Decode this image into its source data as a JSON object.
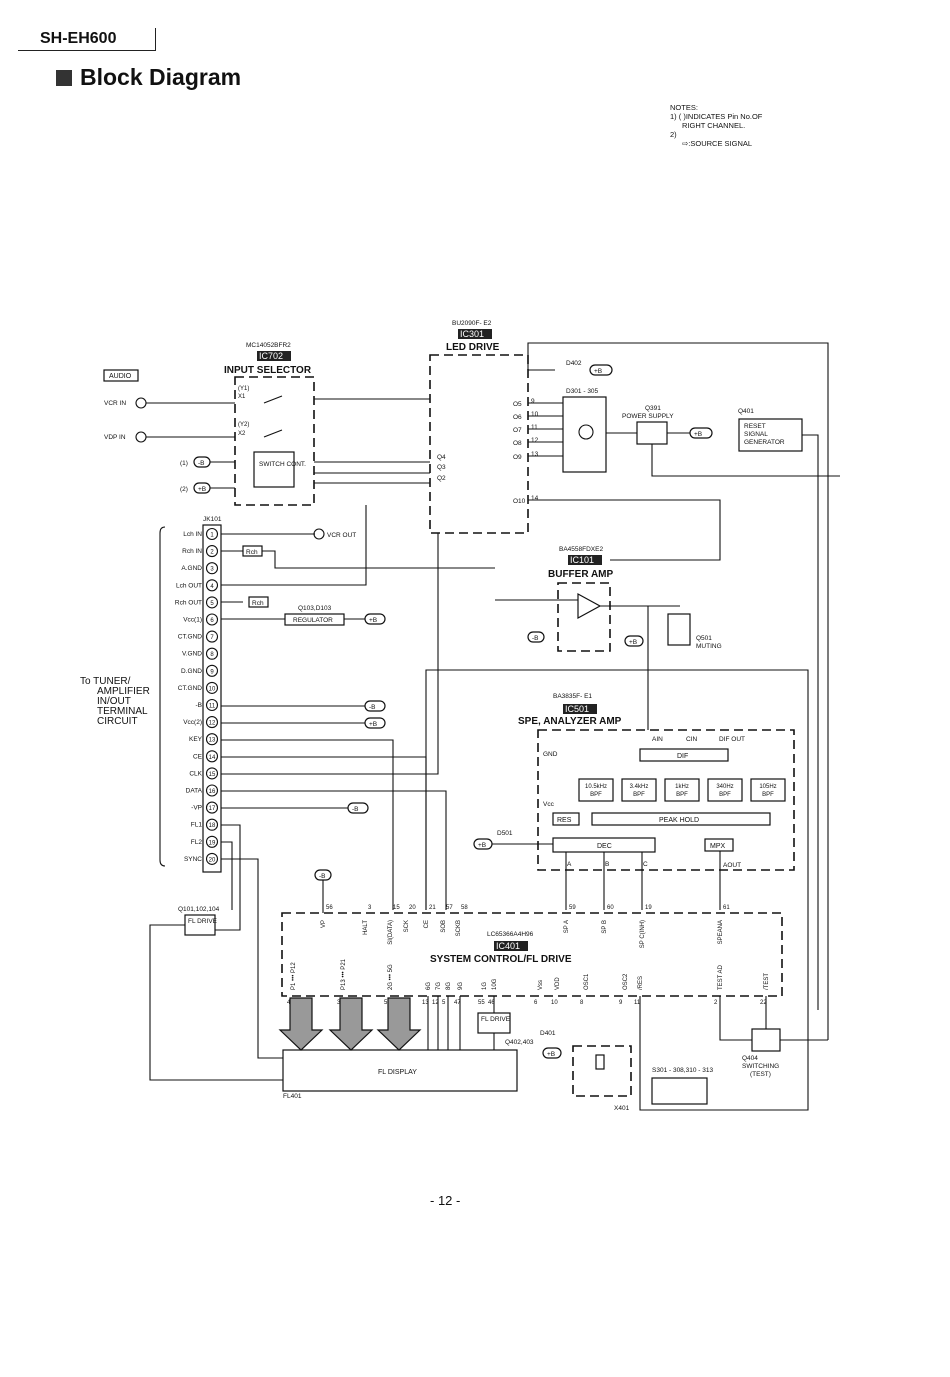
{
  "header": {
    "model": "SH-EH600",
    "title": "Block Diagram"
  },
  "notes": {
    "heading": "NOTES:",
    "n1a": "1) ( )INDICATES Pin No.OF",
    "n1b": "RIGHT CHANNEL.",
    "n2": "2)",
    "n2b": ":SOURCE SIGNAL"
  },
  "blocks": {
    "ic702": {
      "part": "MC14052BFR2",
      "ref": "IC702",
      "name": "INPUT SELECTOR",
      "switch": "SWITCH CONT."
    },
    "ic301": {
      "part": "BU2090F- E2",
      "ref": "IC301",
      "name": "LED DRIVE"
    },
    "ic101": {
      "part": "BA4558FDXE2",
      "ref": "IC101",
      "name": "BUFFER AMP"
    },
    "ic501": {
      "part": "BA3835F- E1",
      "ref": "IC501",
      "name": "SPE, ANALYZER AMP"
    },
    "ic401": {
      "part": "LC65366A4H96",
      "ref": "IC401",
      "name": "SYSTEM CONTROL/FL DRIVE"
    },
    "jk101": {
      "ref": "JK101"
    },
    "fl401": {
      "name": "FL DISPLAY",
      "ref": "FL401"
    },
    "fl_drive_q": {
      "ref": "Q101,102,104",
      "name": "FL DRIVE"
    },
    "fl_drive_small": {
      "name": "FL DRIVE",
      "ref": "Q402,403"
    },
    "regulator": {
      "ref": "Q103,D103",
      "name": "REGULATOR"
    },
    "power_supply": {
      "ref": "Q391",
      "name": "POWER SUPPLY"
    },
    "reset": {
      "ref": "Q401",
      "l1": "RESET",
      "l2": "SIGNAL",
      "l3": "GENERATOR"
    },
    "muting": {
      "ref": "Q501",
      "name": "MUTING"
    },
    "switching": {
      "ref": "Q404",
      "l1": "SWITCHING",
      "l2": "(TEST)"
    },
    "leds": {
      "ref": "D301 - 305"
    },
    "d402": {
      "ref": "D402"
    },
    "d501": {
      "ref": "D501"
    },
    "d401": {
      "ref": "D401"
    },
    "x401": {
      "ref": "X401"
    },
    "s301": {
      "ref": "S301 - 308,310 - 313"
    }
  },
  "analyzer": {
    "filters": [
      {
        "l1": "10.5kHz",
        "l2": "BPF"
      },
      {
        "l1": "3.4kHz",
        "l2": "BPF"
      },
      {
        "l1": "1kHz",
        "l2": "BPF"
      },
      {
        "l1": "340Hz",
        "l2": "BPF"
      },
      {
        "l1": "105Hz",
        "l2": "BPF"
      }
    ],
    "dif": "DIF",
    "res": "RES",
    "peak_hold": "PEAK HOLD",
    "dec": "DEC",
    "mpx": "MPX",
    "ain": "AIN",
    "cin": "CIN",
    "dif_out": "DIF OUT",
    "aout": "AOUT",
    "gnd": "GND",
    "vcc": "Vcc",
    "a": "A",
    "b": "B",
    "c": "C"
  },
  "inputs": {
    "audio": "AUDIO",
    "vcr_in": "VCR IN",
    "vdp_in": "VDP IN",
    "vcr_out": "VCR OUT",
    "x1": "X1",
    "x2": "X2",
    "y1": "(Y1)",
    "y2": "(Y2)"
  },
  "jack_pins": [
    {
      "label": "Lch IN",
      "num": "1"
    },
    {
      "label": "Rch IN",
      "num": "2"
    },
    {
      "label": "A.GND",
      "num": "3"
    },
    {
      "label": "Lch OUT",
      "num": "4"
    },
    {
      "label": "Rch OUT",
      "num": "5"
    },
    {
      "label": "Vcc(1)",
      "num": "6"
    },
    {
      "label": "CT.GND",
      "num": "7"
    },
    {
      "label": "V.GND",
      "num": "8"
    },
    {
      "label": "D.GND",
      "num": "9"
    },
    {
      "label": "CT.GND",
      "num": "10"
    },
    {
      "label": "-B",
      "num": "11"
    },
    {
      "label": "Vcc(2)",
      "num": "12"
    },
    {
      "label": "KEY",
      "num": "13"
    },
    {
      "label": "CE",
      "num": "14"
    },
    {
      "label": "CLK",
      "num": "15"
    },
    {
      "label": "DATA",
      "num": "16"
    },
    {
      "label": "-VP",
      "num": "17"
    },
    {
      "label": "FL1",
      "num": "18"
    },
    {
      "label": "FL2",
      "num": "19"
    },
    {
      "label": "SYNC",
      "num": "20"
    }
  ],
  "terminal_label": [
    "To TUNER/",
    "AMPLIFIER",
    "IN/OUT",
    "TERMINAL",
    "CIRCUIT"
  ],
  "supplies": {
    "minus_b": "-B",
    "plus_b": "+B",
    "rch": "Rch"
  },
  "ic401_top_pins": [
    {
      "name": "VP",
      "num": "56"
    },
    {
      "name": "HALT",
      "num": "3"
    },
    {
      "name": "SI(DATA)",
      "num": "15"
    },
    {
      "name": "SCK",
      "num": "20"
    },
    {
      "name": "CE",
      "num": "21"
    },
    {
      "name": "SOB",
      "num": "57"
    },
    {
      "name": "SCKB",
      "num": "58"
    },
    {
      "name": "SP A",
      "num": "59"
    },
    {
      "name": "SP B",
      "num": "60"
    },
    {
      "name": "SP C(INH)",
      "num": "19"
    },
    {
      "name": "SPEANA",
      "num": "61"
    }
  ],
  "ic401_bottom_pins": [
    {
      "name": "P1 ••• P12",
      "nums": "45  34"
    },
    {
      "name": "P13 ••• P21",
      "nums": "31  23"
    },
    {
      "name": "2G ••• 5G",
      "nums": "54  51"
    },
    {
      "name": "6G",
      "nums": "13"
    },
    {
      "name": "7G",
      "nums": "12"
    },
    {
      "name": "8G",
      "nums": "5"
    },
    {
      "name": "9G",
      "nums": "47"
    },
    {
      "name": "1G",
      "nums": "55"
    },
    {
      "name": "10G",
      "nums": "46"
    },
    {
      "name": "Vss",
      "nums": "6"
    },
    {
      "name": "VDD",
      "nums": "10"
    },
    {
      "name": "OSC1",
      "nums": "8"
    },
    {
      "name": "OSC2",
      "nums": "9"
    },
    {
      "name": "/RES",
      "nums": "11"
    },
    {
      "name": "TEST AD",
      "nums": "2"
    },
    {
      "name": "/TEST",
      "nums": "22"
    }
  ],
  "led_pins": [
    "O5",
    "O6",
    "O7",
    "O8",
    "O9",
    "O10"
  ],
  "led_pin_nums": [
    "9",
    "10",
    "11",
    "12",
    "13",
    "14"
  ],
  "q_pins": [
    "Q4",
    "Q3",
    "Q2"
  ],
  "page": "- 12 -"
}
